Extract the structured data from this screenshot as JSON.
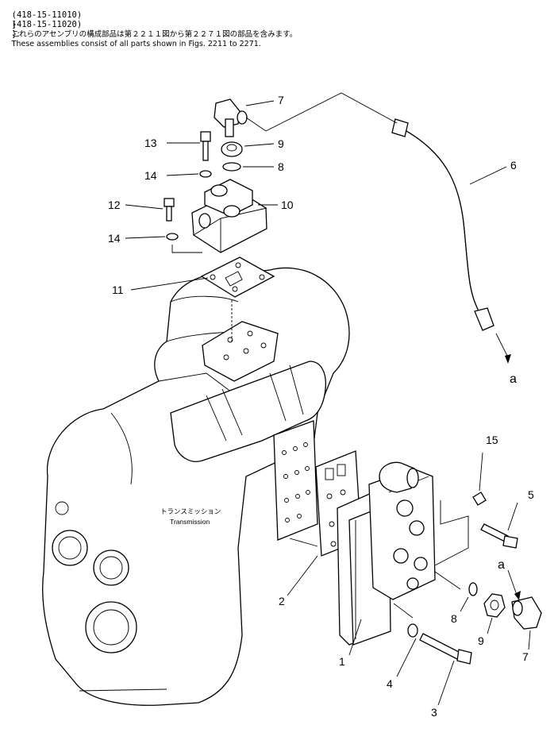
{
  "header": {
    "line1": {
      "ref": "(418-15-11010)",
      "brace": "}",
      "note": "これらのアセンブリの構成部品は第２２１１図から第２２７１図の部品を含みます。"
    },
    "line2": {
      "ref": "(418-15-11020)",
      "brace": "}:",
      "note": "These assemblies consist of all parts shown in Figs. 2211 to 2271."
    }
  },
  "transmission_label": {
    "ja": "トランスミッション",
    "en": "Transmission"
  },
  "callouts": {
    "c1": "1",
    "c2": "2",
    "c3": "3",
    "c4": "4",
    "c5": "5",
    "c6": "6",
    "c7_top": "7",
    "c7_bottom": "7",
    "c8_top": "8",
    "c8_bottom": "8",
    "c9_top": "9",
    "c9_bottom": "9",
    "c10": "10",
    "c11": "11",
    "c12": "12",
    "c13": "13",
    "c14_a": "14",
    "c14_b": "14",
    "c15": "15",
    "a_hose": "a",
    "a_fitting": "a"
  }
}
